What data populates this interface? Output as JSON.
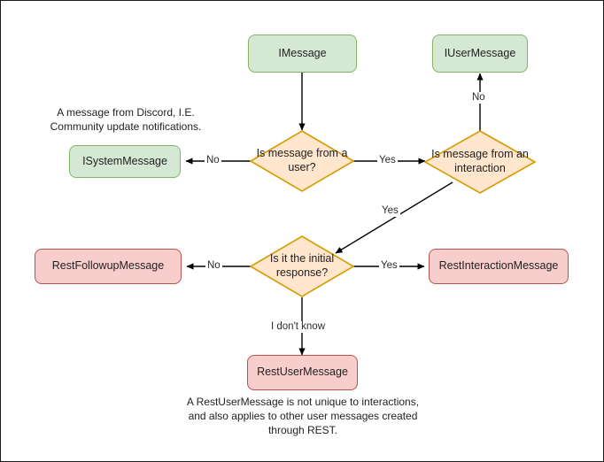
{
  "diagram": {
    "title_nodes": {
      "imessage": "IMessage",
      "iusermessage": "IUserMessage",
      "isystemmessage": "ISystemMessage",
      "restfollowupmessage": "RestFollowupMessage",
      "restinteractionmessage": "RestInteractionMessage",
      "restusermessage": "RestUserMessage"
    },
    "decisions": {
      "from_user": "Is message from a user?",
      "from_interaction": "Is message from an interaction",
      "initial_response": "Is it the initial response?"
    },
    "edge_labels": {
      "user_no": "No",
      "user_yes": "Yes",
      "interaction_no": "No",
      "interaction_yes": "Yes",
      "initial_no": "No",
      "initial_yes": "Yes",
      "initial_unknown": "I don't know"
    },
    "notes": {
      "system_message": "A message from Discord, I.E.\nCommunity update notifications.",
      "rest_user_message": "A RestUserMessage is not unique to interactions,\nand also applies to other user messages created\nthrough REST."
    },
    "colors": {
      "green_fill": "#d5e8d4",
      "green_stroke": "#82b366",
      "orange_fill": "#ffe6cc",
      "orange_stroke": "#d79b00",
      "pink_fill": "#f8cecc",
      "pink_stroke": "#b85450",
      "edge_stroke": "#000000",
      "frame": "#1a1a1a"
    }
  }
}
